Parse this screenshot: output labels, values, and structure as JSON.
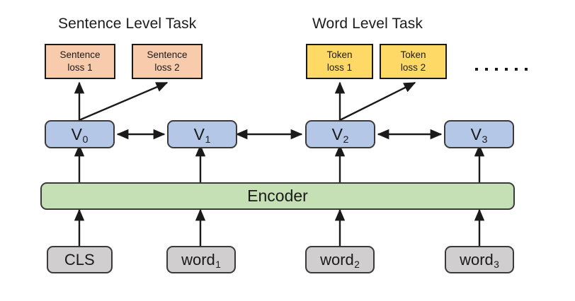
{
  "diagram": {
    "title_sentence_task": "Sentence Level Task",
    "title_word_task": "Word Level Task",
    "ellipsis": "......",
    "loss_boxes": [
      {
        "name": "sentence-loss-1",
        "line1": "Sentence",
        "line2": "loss 1",
        "color": "#f8cbad"
      },
      {
        "name": "sentence-loss-2",
        "line1": "Sentence",
        "line2": "loss 2",
        "color": "#f8cbad"
      },
      {
        "name": "token-loss-1",
        "line1": "Token",
        "line2": "loss 1",
        "color": "#ffd966"
      },
      {
        "name": "token-loss-2",
        "line1": "Token",
        "line2": "loss 2",
        "color": "#ffd966"
      }
    ],
    "v_nodes": [
      {
        "base": "V",
        "sub": "0"
      },
      {
        "base": "V",
        "sub": "1"
      },
      {
        "base": "V",
        "sub": "2"
      },
      {
        "base": "V",
        "sub": "3"
      }
    ],
    "encoder_label": "Encoder",
    "input_tokens": [
      {
        "base": "CLS",
        "sub": ""
      },
      {
        "base": "word",
        "sub": "1"
      },
      {
        "base": "word",
        "sub": "2"
      },
      {
        "base": "word",
        "sub": "3"
      }
    ],
    "colors": {
      "sentence_loss": "#f8cbad",
      "token_loss": "#ffd966",
      "v_node": "#b4c7e7",
      "encoder": "#c5e0b4",
      "input_token": "#d0cece",
      "stroke": "#1a1a1a",
      "background": "#ffffff"
    }
  }
}
